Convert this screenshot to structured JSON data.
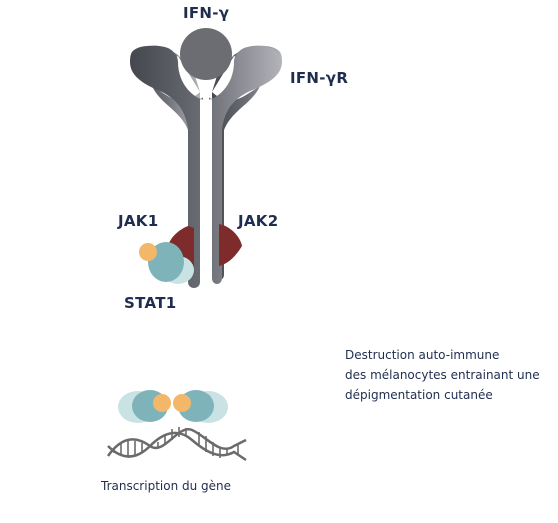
{
  "labels": {
    "ligand": "IFN-γ",
    "receptor": "IFN-γR",
    "jak1": "JAK1",
    "jak2": "JAK2",
    "stat1": "STAT1",
    "transcription": "Transcription du gène",
    "outcome_line1": "Destruction auto-immune",
    "outcome_line2": "des mélanocytes entrainant une",
    "outcome_line3": "dépigmentation cutanée"
  },
  "colors": {
    "receptor_dark": "#4a4c55",
    "receptor_light": "#a9aab0",
    "ligand": "#6b6d73",
    "jak": "#7e2b2b",
    "stat_teal": "#7fb3ba",
    "stat_light": "#c9e2e4",
    "phosphate": "#f3b76a",
    "text": "#1f2d4f",
    "dna": "#6b6b6b"
  }
}
